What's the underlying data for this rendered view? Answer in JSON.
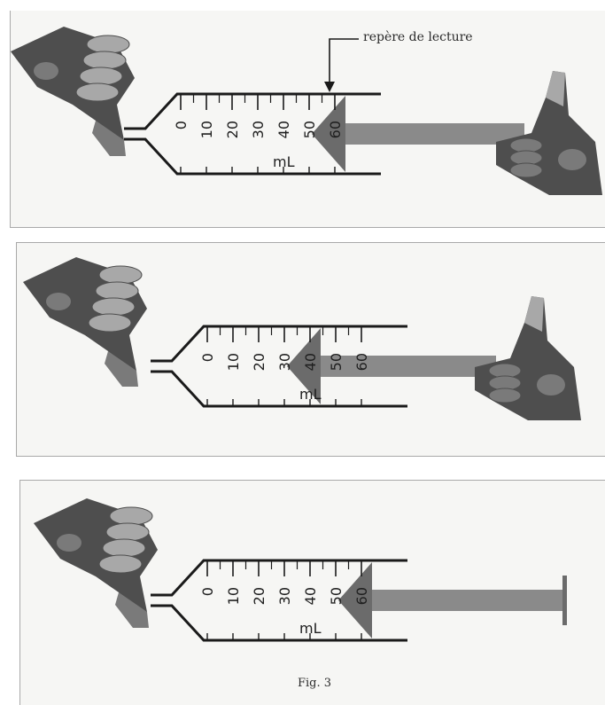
{
  "callout": {
    "label": "repère de lecture"
  },
  "figure": {
    "caption": "Fig. 3"
  },
  "syringe": {
    "scale_marks": [
      "0",
      "10",
      "20",
      "30",
      "40",
      "50",
      "60"
    ],
    "unit": "mL"
  },
  "panels": [
    {
      "plunger_reading_ml": 60,
      "plunger_hand_visible": true
    },
    {
      "plunger_reading_ml": 40,
      "plunger_hand_visible": true
    },
    {
      "plunger_reading_ml": 60,
      "plunger_hand_visible": false
    }
  ],
  "colors": {
    "plunger_tip": "#6b6b6b",
    "plunger_rod": "#8a8a8a",
    "barrel_line": "#1a1a1a",
    "hand_dark": "#4e4e4e",
    "hand_mid": "#7a7a7a",
    "hand_light": "#a8a8a8"
  }
}
